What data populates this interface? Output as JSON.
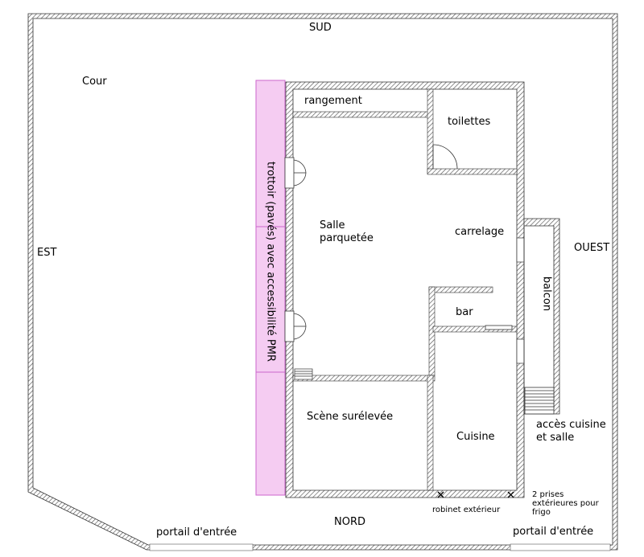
{
  "orientation": {
    "south": "SUD",
    "north": "NORD",
    "east": "EST",
    "west": "OUEST"
  },
  "areas": {
    "courtyard": "Cour",
    "storage": "rangement",
    "toilets": "toilettes",
    "hall": "Salle\nparquetée",
    "tiling": "carrelage",
    "bar": "bar",
    "stage": "Scène surélevée",
    "kitchen": "Cuisine",
    "balcony": "balcon",
    "sidewalk": "trottoir (pavés) avec accessibilité PMR",
    "kitchen_access": "accès cuisine\net salle"
  },
  "annotations": {
    "outdoor_tap": "robinet extérieur",
    "fridge_sockets": "2 prises\nextérieures pour\nfrigo",
    "gate_left": "portail d'entrée",
    "gate_right": "portail d'entrée"
  },
  "colors": {
    "wall_hatch": "#555555",
    "sidewalk_fill": "#f5ccf2",
    "sidewalk_border": "#cc66cc"
  }
}
